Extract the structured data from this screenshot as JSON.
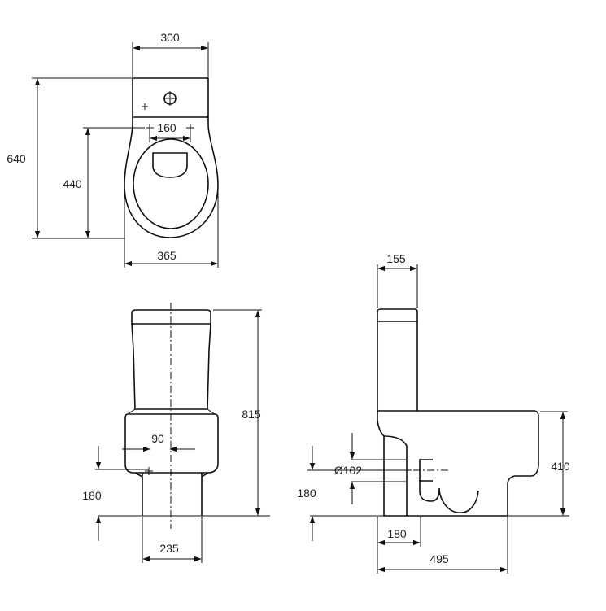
{
  "labels": {
    "top_width": "300",
    "top_depth": "640",
    "top_center_depth": "440",
    "top_bolt_spacing": "160",
    "top_bowl_width": "365",
    "front_bolt_spacing": "90",
    "front_outlet_height": "180",
    "front_total_height": "815",
    "front_base_width": "235",
    "side_tank_depth": "155",
    "side_outlet_diameter": "Ø102",
    "side_outlet_height": "180",
    "side_seat_height": "410",
    "side_outlet_offset": "180",
    "side_total_depth": "495"
  }
}
